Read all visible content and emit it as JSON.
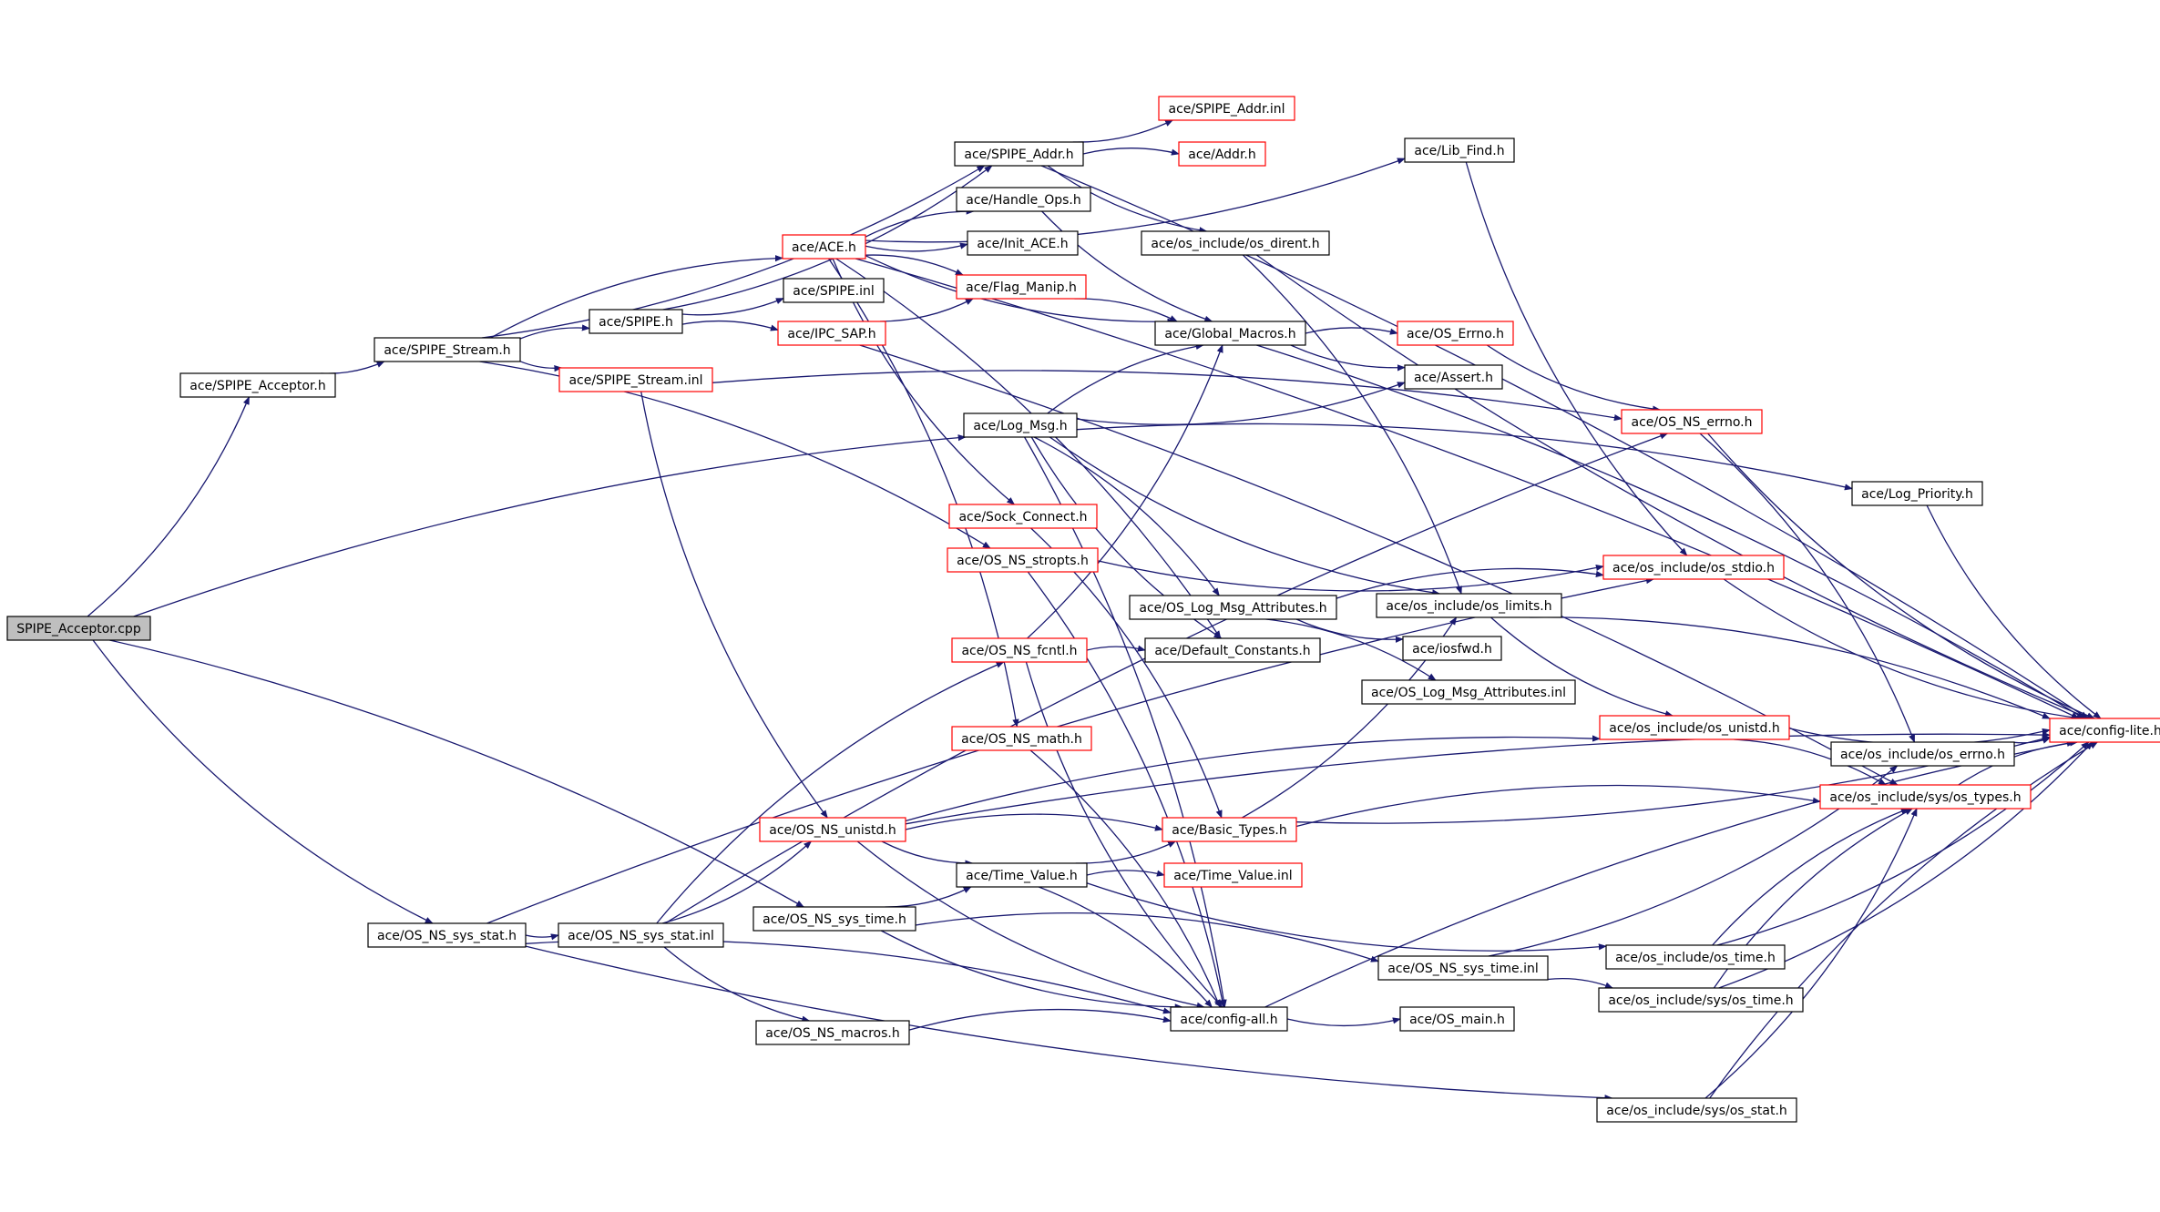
{
  "diagram": {
    "title": "",
    "colors": {
      "edge": "#191970",
      "normal_border": "#000000",
      "incomplete_border": "#ff0000",
      "root_fill": "#bfbfbf"
    },
    "nodes": [
      {
        "id": "SPIPE_Acceptor_cpp",
        "label": "SPIPE_Acceptor.cpp",
        "kind": "root"
      },
      {
        "id": "SPIPE_Acceptor_h",
        "label": "ace/SPIPE_Acceptor.h",
        "kind": "normal"
      },
      {
        "id": "SPIPE_Stream_h",
        "label": "ace/SPIPE_Stream.h",
        "kind": "normal"
      },
      {
        "id": "SPIPE_h",
        "label": "ace/SPIPE.h",
        "kind": "normal"
      },
      {
        "id": "SPIPE_inl",
        "label": "ace/SPIPE.inl",
        "kind": "normal"
      },
      {
        "id": "SPIPE_Stream_inl",
        "label": "ace/SPIPE_Stream.inl",
        "kind": "incomplete"
      },
      {
        "id": "ACE_h",
        "label": "ace/ACE.h",
        "kind": "incomplete"
      },
      {
        "id": "IPC_SAP_h",
        "label": "ace/IPC_SAP.h",
        "kind": "incomplete"
      },
      {
        "id": "SPIPE_Addr_h",
        "label": "ace/SPIPE_Addr.h",
        "kind": "normal"
      },
      {
        "id": "SPIPE_Addr_inl",
        "label": "ace/SPIPE_Addr.inl",
        "kind": "incomplete"
      },
      {
        "id": "Addr_h",
        "label": "ace/Addr.h",
        "kind": "incomplete"
      },
      {
        "id": "Handle_Ops_h",
        "label": "ace/Handle_Ops.h",
        "kind": "normal"
      },
      {
        "id": "Init_ACE_h",
        "label": "ace/Init_ACE.h",
        "kind": "normal"
      },
      {
        "id": "Flag_Manip_h",
        "label": "ace/Flag_Manip.h",
        "kind": "incomplete"
      },
      {
        "id": "Lib_Find_h",
        "label": "ace/Lib_Find.h",
        "kind": "normal"
      },
      {
        "id": "os_dirent_h",
        "label": "ace/os_include/os_dirent.h",
        "kind": "normal"
      },
      {
        "id": "Global_Macros_h",
        "label": "ace/Global_Macros.h",
        "kind": "normal"
      },
      {
        "id": "OS_Errno_h",
        "label": "ace/OS_Errno.h",
        "kind": "incomplete"
      },
      {
        "id": "Assert_h",
        "label": "ace/Assert.h",
        "kind": "normal"
      },
      {
        "id": "Log_Msg_h",
        "label": "ace/Log_Msg.h",
        "kind": "normal"
      },
      {
        "id": "OS_NS_errno_h",
        "label": "ace/OS_NS_errno.h",
        "kind": "incomplete"
      },
      {
        "id": "Log_Priority_h",
        "label": "ace/Log_Priority.h",
        "kind": "normal"
      },
      {
        "id": "Sock_Connect_h",
        "label": "ace/Sock_Connect.h",
        "kind": "incomplete"
      },
      {
        "id": "OS_NS_stropts_h",
        "label": "ace/OS_NS_stropts.h",
        "kind": "incomplete"
      },
      {
        "id": "os_stdio_h",
        "label": "ace/os_include/os_stdio.h",
        "kind": "incomplete"
      },
      {
        "id": "OS_Log_Msg_Attributes_h",
        "label": "ace/OS_Log_Msg_Attributes.h",
        "kind": "normal"
      },
      {
        "id": "os_limits_h",
        "label": "ace/os_include/os_limits.h",
        "kind": "normal"
      },
      {
        "id": "OS_NS_fcntl_h",
        "label": "ace/OS_NS_fcntl.h",
        "kind": "incomplete"
      },
      {
        "id": "Default_Constants_h",
        "label": "ace/Default_Constants.h",
        "kind": "normal"
      },
      {
        "id": "iosfwd_h",
        "label": "ace/iosfwd.h",
        "kind": "normal"
      },
      {
        "id": "OS_Log_Msg_Attributes_inl",
        "label": "ace/OS_Log_Msg_Attributes.inl",
        "kind": "normal"
      },
      {
        "id": "OS_NS_math_h",
        "label": "ace/OS_NS_math.h",
        "kind": "incomplete"
      },
      {
        "id": "os_unistd_h",
        "label": "ace/os_include/os_unistd.h",
        "kind": "incomplete"
      },
      {
        "id": "config_lite_h",
        "label": "ace/config-lite.h",
        "kind": "incomplete"
      },
      {
        "id": "os_errno_h",
        "label": "ace/os_include/os_errno.h",
        "kind": "normal"
      },
      {
        "id": "OS_NS_unistd_h",
        "label": "ace/OS_NS_unistd.h",
        "kind": "incomplete"
      },
      {
        "id": "Basic_Types_h",
        "label": "ace/Basic_Types.h",
        "kind": "incomplete"
      },
      {
        "id": "sys_os_types_h",
        "label": "ace/os_include/sys/os_types.h",
        "kind": "incomplete"
      },
      {
        "id": "Time_Value_h",
        "label": "ace/Time_Value.h",
        "kind": "normal"
      },
      {
        "id": "Time_Value_inl",
        "label": "ace/Time_Value.inl",
        "kind": "incomplete"
      },
      {
        "id": "OS_NS_sys_stat_h",
        "label": "ace/OS_NS_sys_stat.h",
        "kind": "normal"
      },
      {
        "id": "OS_NS_sys_stat_inl",
        "label": "ace/OS_NS_sys_stat.inl",
        "kind": "normal"
      },
      {
        "id": "OS_NS_sys_time_h",
        "label": "ace/OS_NS_sys_time.h",
        "kind": "normal"
      },
      {
        "id": "os_time_h",
        "label": "ace/os_include/os_time.h",
        "kind": "normal"
      },
      {
        "id": "OS_NS_sys_time_inl",
        "label": "ace/OS_NS_sys_time.inl",
        "kind": "normal"
      },
      {
        "id": "sys_os_time_h",
        "label": "ace/os_include/sys/os_time.h",
        "kind": "normal"
      },
      {
        "id": "OS_NS_macros_h",
        "label": "ace/OS_NS_macros.h",
        "kind": "normal"
      },
      {
        "id": "config_all_h",
        "label": "ace/config-all.h",
        "kind": "normal"
      },
      {
        "id": "OS_main_h",
        "label": "ace/OS_main.h",
        "kind": "normal"
      },
      {
        "id": "sys_os_stat_h",
        "label": "ace/os_include/sys/os_stat.h",
        "kind": "normal"
      }
    ],
    "edges": [
      [
        "SPIPE_Acceptor_cpp",
        "SPIPE_Acceptor_h"
      ],
      [
        "SPIPE_Acceptor_cpp",
        "Log_Msg_h"
      ],
      [
        "SPIPE_Acceptor_cpp",
        "OS_NS_sys_stat_h"
      ],
      [
        "SPIPE_Acceptor_cpp",
        "OS_NS_sys_time_h"
      ],
      [
        "SPIPE_Acceptor_h",
        "SPIPE_Stream_h"
      ],
      [
        "SPIPE_Stream_h",
        "SPIPE_h"
      ],
      [
        "SPIPE_Stream_h",
        "SPIPE_Stream_inl"
      ],
      [
        "SPIPE_Stream_h",
        "ACE_h"
      ],
      [
        "SPIPE_Stream_h",
        "SPIPE_Addr_h"
      ],
      [
        "SPIPE_Stream_h",
        "OS_NS_stropts_h"
      ],
      [
        "SPIPE_h",
        "SPIPE_inl"
      ],
      [
        "SPIPE_h",
        "IPC_SAP_h"
      ],
      [
        "SPIPE_h",
        "SPIPE_Addr_h"
      ],
      [
        "SPIPE_Stream_inl",
        "OS_NS_errno_h"
      ],
      [
        "SPIPE_Stream_inl",
        "OS_NS_unistd_h"
      ],
      [
        "ACE_h",
        "Handle_Ops_h"
      ],
      [
        "ACE_h",
        "Init_ACE_h"
      ],
      [
        "ACE_h",
        "Flag_Manip_h"
      ],
      [
        "ACE_h",
        "Lib_Find_h"
      ],
      [
        "ACE_h",
        "config_lite_h"
      ],
      [
        "ACE_h",
        "Sock_Connect_h"
      ],
      [
        "ACE_h",
        "OS_NS_math_h"
      ],
      [
        "ACE_h",
        "Global_Macros_h"
      ],
      [
        "ACE_h",
        "Default_Constants_h"
      ],
      [
        "IPC_SAP_h",
        "Flag_Manip_h"
      ],
      [
        "IPC_SAP_h",
        "sys_os_types_h"
      ],
      [
        "SPIPE_Addr_h",
        "SPIPE_Addr_inl"
      ],
      [
        "SPIPE_Addr_h",
        "Addr_h"
      ],
      [
        "SPIPE_Addr_h",
        "os_dirent_h"
      ],
      [
        "SPIPE_Addr_h",
        "config_lite_h"
      ],
      [
        "Handle_Ops_h",
        "Global_Macros_h"
      ],
      [
        "Flag_Manip_h",
        "Global_Macros_h"
      ],
      [
        "Lib_Find_h",
        "os_stdio_h"
      ],
      [
        "os_dirent_h",
        "os_limits_h"
      ],
      [
        "os_dirent_h",
        "config_lite_h"
      ],
      [
        "Global_Macros_h",
        "OS_Errno_h"
      ],
      [
        "Global_Macros_h",
        "Assert_h"
      ],
      [
        "Global_Macros_h",
        "config_lite_h"
      ],
      [
        "OS_Errno_h",
        "OS_NS_errno_h"
      ],
      [
        "Log_Msg_h",
        "Global_Macros_h"
      ],
      [
        "Log_Msg_h",
        "Assert_h"
      ],
      [
        "Log_Msg_h",
        "Log_Priority_h"
      ],
      [
        "Log_Msg_h",
        "os_limits_h"
      ],
      [
        "Log_Msg_h",
        "OS_Log_Msg_Attributes_h"
      ],
      [
        "Log_Msg_h",
        "Default_Constants_h"
      ],
      [
        "Log_Msg_h",
        "config_all_h"
      ],
      [
        "OS_NS_errno_h",
        "config_lite_h"
      ],
      [
        "OS_NS_errno_h",
        "os_errno_h"
      ],
      [
        "Log_Priority_h",
        "config_lite_h"
      ],
      [
        "Sock_Connect_h",
        "Basic_Types_h"
      ],
      [
        "OS_NS_stropts_h",
        "os_stdio_h"
      ],
      [
        "OS_NS_stropts_h",
        "config_all_h"
      ],
      [
        "os_stdio_h",
        "config_lite_h"
      ],
      [
        "OS_Log_Msg_Attributes_h",
        "os_stdio_h"
      ],
      [
        "OS_Log_Msg_Attributes_h",
        "iosfwd_h"
      ],
      [
        "OS_Log_Msg_Attributes_h",
        "OS_Log_Msg_Attributes_inl"
      ],
      [
        "os_limits_h",
        "os_unistd_h"
      ],
      [
        "os_limits_h",
        "config_lite_h"
      ],
      [
        "OS_NS_fcntl_h",
        "Global_Macros_h"
      ],
      [
        "OS_NS_fcntl_h",
        "Default_Constants_h"
      ],
      [
        "OS_NS_fcntl_h",
        "config_all_h"
      ],
      [
        "OS_NS_math_h",
        "config_all_h"
      ],
      [
        "os_unistd_h",
        "config_lite_h"
      ],
      [
        "os_unistd_h",
        "sys_os_types_h"
      ],
      [
        "os_errno_h",
        "config_lite_h"
      ],
      [
        "OS_NS_unistd_h",
        "Basic_Types_h"
      ],
      [
        "OS_NS_unistd_h",
        "Time_Value_h"
      ],
      [
        "OS_NS_unistd_h",
        "os_unistd_h"
      ],
      [
        "OS_NS_unistd_h",
        "config_all_h"
      ],
      [
        "OS_NS_unistd_h",
        "config_lite_h"
      ],
      [
        "Basic_Types_h",
        "os_limits_h"
      ],
      [
        "Basic_Types_h",
        "sys_os_types_h"
      ],
      [
        "Basic_Types_h",
        "config_lite_h"
      ],
      [
        "sys_os_types_h",
        "config_lite_h"
      ],
      [
        "Time_Value_h",
        "Basic_Types_h"
      ],
      [
        "Time_Value_h",
        "Time_Value_inl"
      ],
      [
        "Time_Value_h",
        "os_time_h"
      ],
      [
        "Time_Value_h",
        "config_all_h"
      ],
      [
        "OS_NS_sys_stat_h",
        "OS_NS_sys_stat_inl"
      ],
      [
        "OS_NS_sys_stat_h",
        "config_all_h"
      ],
      [
        "OS_NS_sys_stat_h",
        "sys_os_stat_h"
      ],
      [
        "OS_NS_sys_stat_h",
        "os_stdio_h"
      ],
      [
        "OS_NS_sys_stat_inl",
        "OS_NS_unistd_h"
      ],
      [
        "OS_NS_sys_stat_inl",
        "OS_NS_fcntl_h"
      ],
      [
        "OS_NS_sys_stat_inl",
        "OS_NS_macros_h"
      ],
      [
        "OS_NS_sys_stat_inl",
        "OS_NS_errno_h"
      ],
      [
        "OS_NS_sys_time_h",
        "Time_Value_h"
      ],
      [
        "OS_NS_sys_time_h",
        "OS_NS_sys_time_inl"
      ],
      [
        "OS_NS_sys_time_h",
        "config_all_h"
      ],
      [
        "os_time_h",
        "sys_os_types_h"
      ],
      [
        "os_time_h",
        "config_lite_h"
      ],
      [
        "OS_NS_sys_time_inl",
        "sys_os_time_h"
      ],
      [
        "OS_NS_sys_time_inl",
        "os_errno_h"
      ],
      [
        "sys_os_time_h",
        "sys_os_types_h"
      ],
      [
        "sys_os_time_h",
        "config_lite_h"
      ],
      [
        "OS_NS_macros_h",
        "config_all_h"
      ],
      [
        "config_all_h",
        "OS_main_h"
      ],
      [
        "config_all_h",
        "config_lite_h"
      ],
      [
        "sys_os_stat_h",
        "sys_os_types_h"
      ],
      [
        "sys_os_stat_h",
        "config_lite_h"
      ]
    ]
  }
}
